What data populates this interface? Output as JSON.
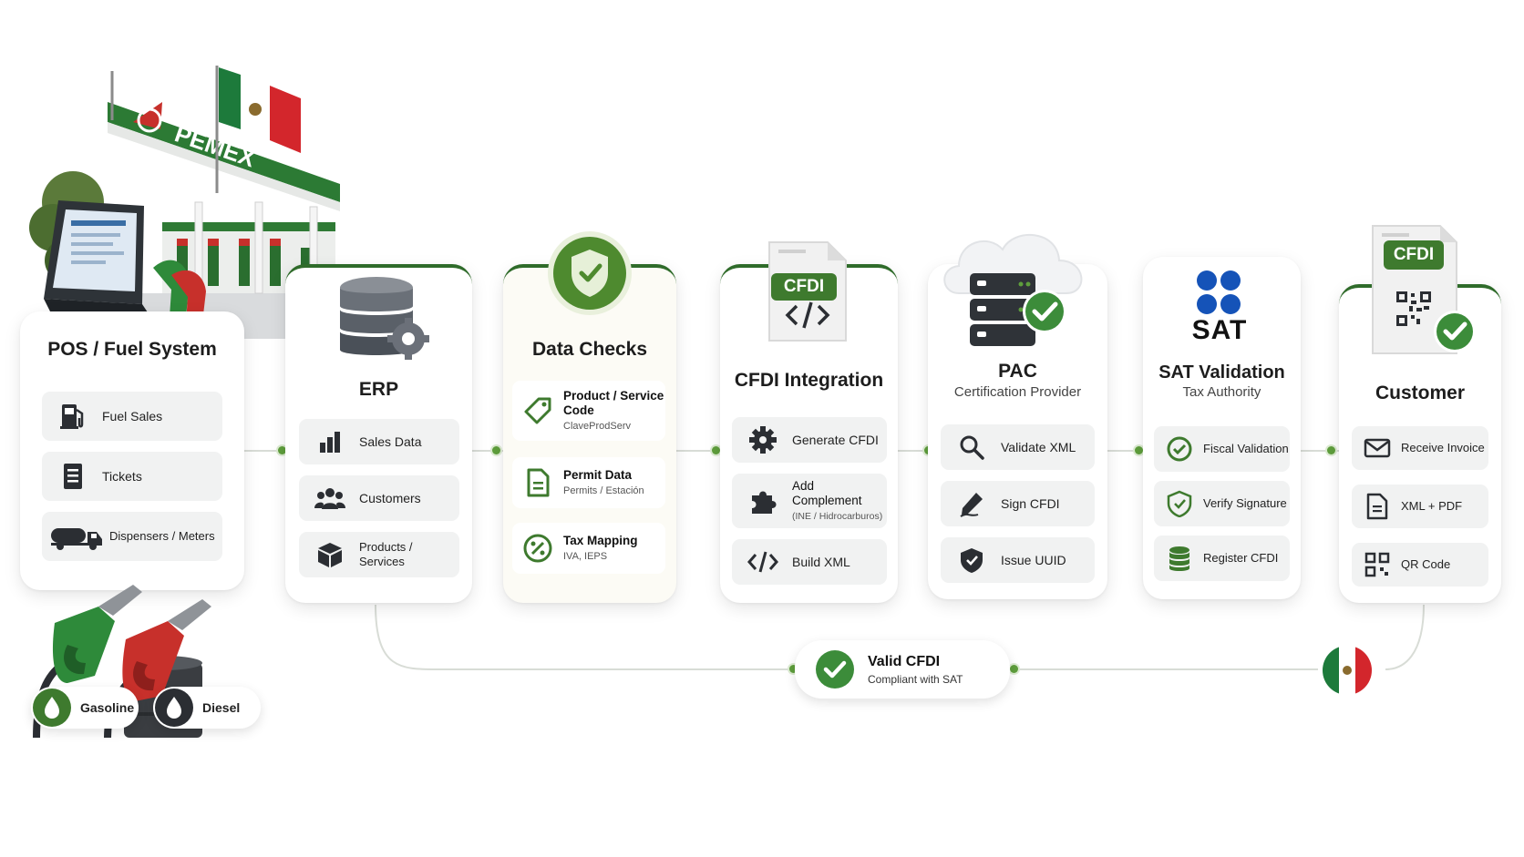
{
  "brand": {
    "station_sign": "PEMEX"
  },
  "colors": {
    "green": "#3e7a2e",
    "accent_green": "#5e9e3c",
    "red": "#c7302b",
    "row_bg": "#f1f2f2",
    "icon": "#2b2e33",
    "sat_blue": "#1553b8"
  },
  "pos": {
    "title": "POS / Fuel System",
    "items": [
      {
        "label": "Fuel Sales",
        "icon": "fuel-pump-icon"
      },
      {
        "label": "Tickets",
        "icon": "receipt-icon"
      },
      {
        "label": "Dispensers / Meters",
        "icon": "tanker-truck-icon"
      }
    ]
  },
  "erp": {
    "title": "ERP",
    "items": [
      {
        "label": "Sales Data",
        "icon": "bar-chart-icon"
      },
      {
        "label": "Customers",
        "icon": "users-icon"
      },
      {
        "label": "Products / Services",
        "icon": "box-icon"
      }
    ]
  },
  "checks": {
    "title": "Data Checks",
    "items": [
      {
        "label": "Product / Service Code",
        "sub": "ClaveProdServ",
        "icon": "tag-icon"
      },
      {
        "label": "Permit Data",
        "sub": "Permits / Estación",
        "icon": "document-icon"
      },
      {
        "label": "Tax Mapping",
        "sub": "IVA, IEPS",
        "icon": "percent-icon"
      }
    ]
  },
  "cfdi": {
    "title": "CFDI Integration",
    "badge": "CFDI",
    "items": [
      {
        "label": "Generate CFDI",
        "icon": "gear-icon"
      },
      {
        "label": "Add Complement",
        "sub": "(INE / Hidrocarburos)",
        "icon": "puzzle-icon"
      },
      {
        "label": "Build XML",
        "icon": "code-icon"
      }
    ]
  },
  "pac": {
    "title": "PAC",
    "subtitle": "Certification Provider",
    "items": [
      {
        "label": "Validate XML",
        "icon": "search-icon"
      },
      {
        "label": "Sign CFDI",
        "icon": "pen-icon"
      },
      {
        "label": "Issue UUID",
        "icon": "shield-icon"
      }
    ]
  },
  "sat": {
    "logo_text": "SAT",
    "title": "SAT Validation",
    "subtitle": "Tax Authority",
    "items": [
      {
        "label": "Fiscal Validation",
        "icon": "check-circle-icon"
      },
      {
        "label": "Verify Signature",
        "icon": "shield-check-icon"
      },
      {
        "label": "Register CFDI",
        "icon": "database-icon"
      }
    ]
  },
  "customer": {
    "title": "Customer",
    "badge": "CFDI",
    "items": [
      {
        "label": "Receive Invoice",
        "icon": "envelope-icon"
      },
      {
        "label": "XML + PDF",
        "icon": "file-icon"
      },
      {
        "label": "QR Code",
        "icon": "qr-icon"
      }
    ]
  },
  "result": {
    "title": "Valid CFDI",
    "subtitle": "Compliant with SAT"
  },
  "fuels": [
    {
      "label": "Gasoline"
    },
    {
      "label": "Diesel"
    }
  ]
}
